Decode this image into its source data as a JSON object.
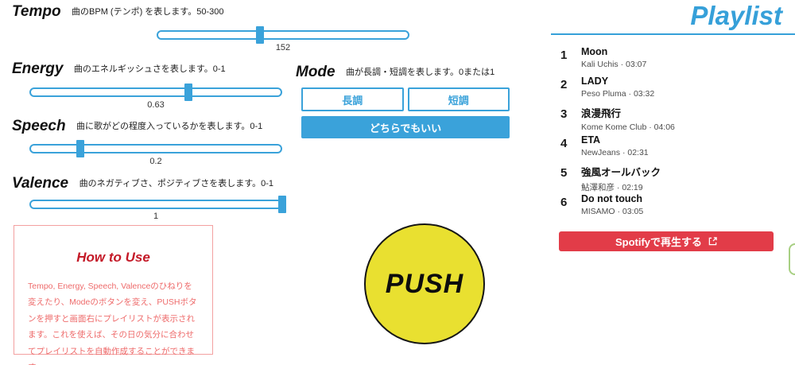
{
  "sliders": [
    {
      "label": "Tempo",
      "description": "曲のBPM (テンポ) を表します。50-300",
      "value": "152",
      "percent": 41
    },
    {
      "label": "Energy",
      "description": "曲のエネルギッシュさを表します。0-1",
      "value": "0.63",
      "percent": 63
    },
    {
      "label": "Speech",
      "description": "曲に歌がどの程度入っているかを表します。0-1",
      "value": "0.2",
      "percent": 20
    },
    {
      "label": "Valence",
      "description": "曲のネガティブさ、ポジティブさを表します。0-1",
      "value": "1",
      "percent": 100
    }
  ],
  "mode": {
    "label": "Mode",
    "description": "曲が長調・短調を表します。0または1",
    "major_label": "長調",
    "minor_label": "短調",
    "either_label": "どちらでもいい"
  },
  "how_to_use": {
    "title": "How to Use",
    "body": "Tempo, Energy, Speech, Valenceのひねりを変えたり、Modeのボタンを変え、PUSHボタンを押すと画面右にプレイリストが表示されます。これを使えば、その日の気分に合わせてプレイリストを自動作成することができます。"
  },
  "push": {
    "label": "PUSH"
  },
  "playlist": {
    "title": "Playlist",
    "tracks": [
      {
        "number": "1",
        "title": "Moon",
        "meta": "Kali Uchis · 03:07"
      },
      {
        "number": "2",
        "title": "LADY",
        "meta": "Peso Pluma · 03:32"
      },
      {
        "number": "3",
        "title": "浪漫飛行",
        "meta": "Kome Kome Club · 04:06"
      },
      {
        "number": "4",
        "title": "ETA",
        "meta": "NewJeans · 02:31"
      },
      {
        "number": "5",
        "title": "強風オールバック",
        "meta": "鮎澤和彦 · 02:19"
      },
      {
        "number": "6",
        "title": "Do not touch",
        "meta": "MISAMO · 03:05"
      }
    ],
    "spotify_label": "Spotifyで再生する"
  },
  "colors": {
    "accent_blue": "#3aa2da",
    "playlist_blue": "#36a0d9",
    "spotify_red": "#e23c48",
    "push_yellow": "#e9e030",
    "howto_title_red": "#c41a28",
    "howto_body_red": "#ee6b6b"
  }
}
